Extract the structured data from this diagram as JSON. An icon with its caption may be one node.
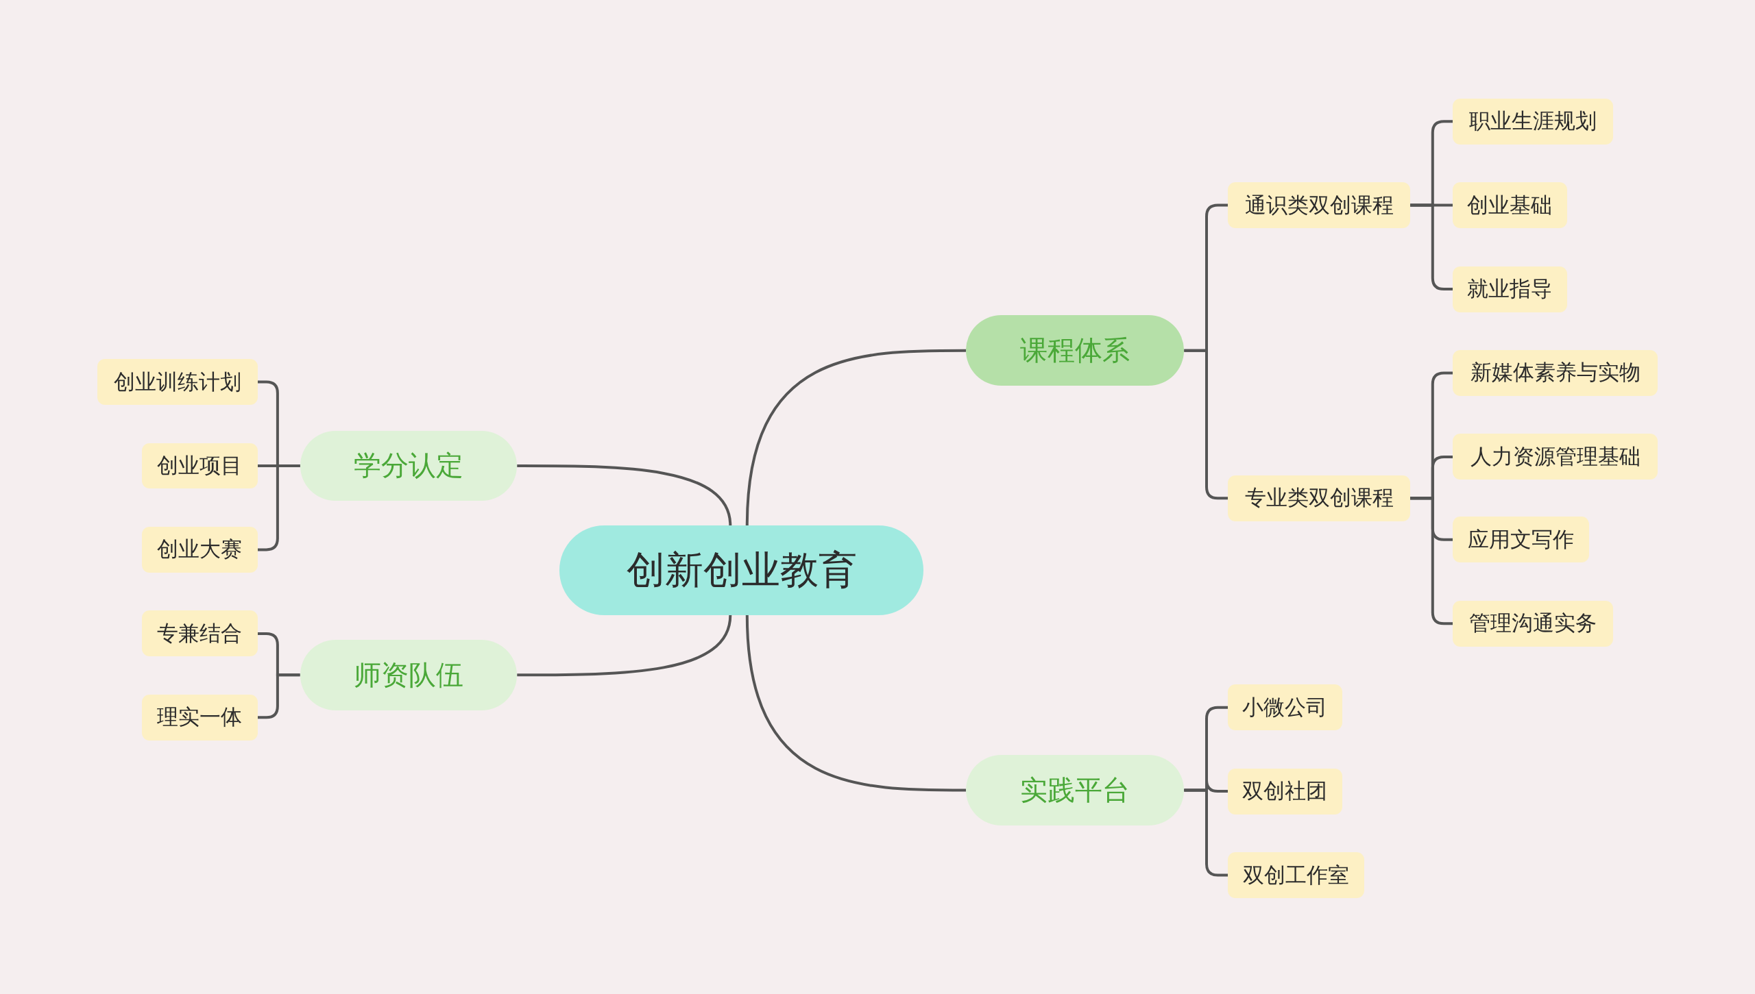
{
  "diagram": {
    "nodes": [
      {
        "text": [
          "创新创业教育"
        ]
      },
      {
        "text": [
          "课程体系"
        ]
      },
      {
        "text": [
          "通识类双创课程"
        ]
      },
      {
        "text": [
          "职业生涯规划"
        ]
      },
      {
        "text": [
          "创业基础"
        ]
      },
      {
        "text": [
          "就业指导"
        ]
      },
      {
        "text": [
          "专业类双创课程"
        ]
      },
      {
        "text": [
          "新媒体素养与实物"
        ]
      },
      {
        "text": [
          "人力资源管理基础"
        ]
      },
      {
        "text": [
          "应用文写作"
        ]
      },
      {
        "text": [
          "管理沟通实务"
        ]
      },
      {
        "text": [
          "实践平台"
        ]
      },
      {
        "text": [
          "小微公司"
        ]
      },
      {
        "text": [
          "双创社团"
        ]
      },
      {
        "text": [
          "双创工作室"
        ]
      },
      {
        "text": [
          "学分认定"
        ]
      },
      {
        "text": [
          "创业训练计划"
        ]
      },
      {
        "text": [
          "创业项目"
        ]
      },
      {
        "text": [
          "创业大赛"
        ]
      },
      {
        "text": [
          "师资队伍"
        ]
      },
      {
        "text": [
          "专兼结合"
        ]
      },
      {
        "text": [
          "理实一体"
        ]
      }
    ],
    "edges": [
      {
        "from": 0,
        "to": 1,
        "arrow": "none"
      },
      {
        "from": 1,
        "to": 2,
        "arrow": "none"
      },
      {
        "from": 2,
        "to": 3,
        "arrow": "none"
      },
      {
        "from": 2,
        "to": 4,
        "arrow": "none"
      },
      {
        "from": 2,
        "to": 5,
        "arrow": "none"
      },
      {
        "from": 1,
        "to": 6,
        "arrow": "none"
      },
      {
        "from": 6,
        "to": 7,
        "arrow": "none"
      },
      {
        "from": 6,
        "to": 8,
        "arrow": "none"
      },
      {
        "from": 6,
        "to": 9,
        "arrow": "none"
      },
      {
        "from": 6,
        "to": 10,
        "arrow": "none"
      },
      {
        "from": 0,
        "to": 11,
        "arrow": "none"
      },
      {
        "from": 11,
        "to": 12,
        "arrow": "none"
      },
      {
        "from": 11,
        "to": 13,
        "arrow": "none"
      },
      {
        "from": 11,
        "to": 14,
        "arrow": "none"
      },
      {
        "from": 0,
        "to": 15,
        "arrow": "none"
      },
      {
        "from": 15,
        "to": 16,
        "arrow": "none"
      },
      {
        "from": 15,
        "to": 17,
        "arrow": "none"
      },
      {
        "from": 15,
        "to": 18,
        "arrow": "none"
      },
      {
        "from": 0,
        "to": 19,
        "arrow": "none"
      },
      {
        "from": 19,
        "to": 20,
        "arrow": "none"
      },
      {
        "from": 19,
        "to": 21,
        "arrow": "none"
      }
    ]
  }
}
